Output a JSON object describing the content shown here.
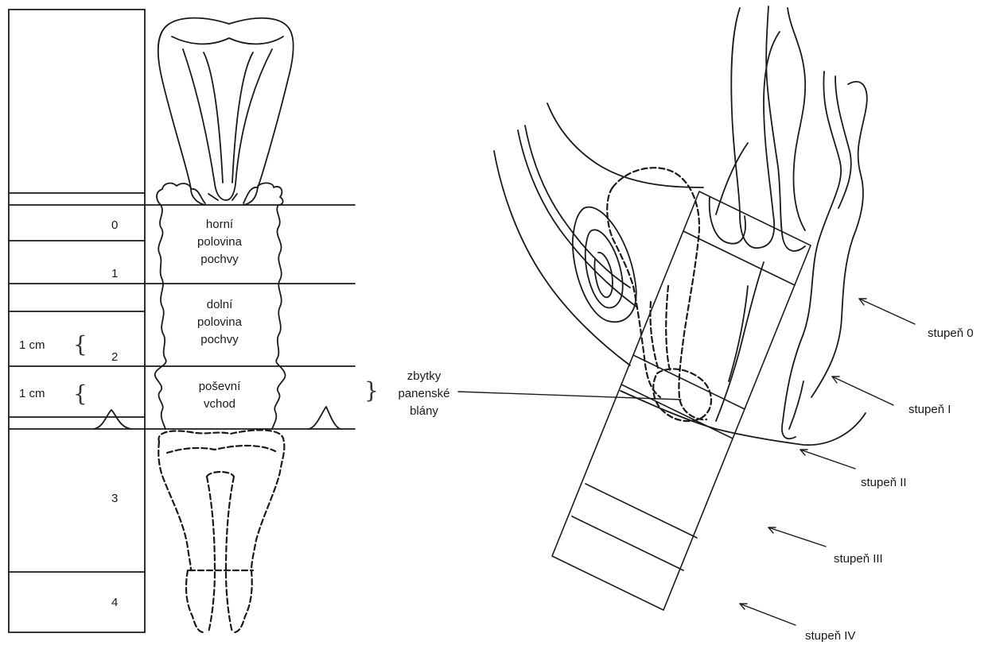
{
  "left_diagram": {
    "level_numbers": [
      "0",
      "1",
      "2",
      "3",
      "4"
    ],
    "scale_labels": [
      "1 cm",
      "1 cm"
    ],
    "regions": {
      "upper": [
        "horní",
        "polovina",
        "pochvy"
      ],
      "lower": [
        "dolní",
        "polovina",
        "pochvy"
      ],
      "introitus": [
        "poševní",
        "vchod"
      ]
    },
    "hymen_label": [
      "zbytky",
      "panenské",
      "blány"
    ]
  },
  "right_diagram": {
    "stage_labels": [
      "stupeň 0",
      "stupeň I",
      "stupeň II",
      "stupeň III",
      "stupeň IV"
    ]
  },
  "colors": {
    "line": "#1a1a1a",
    "background": "#ffffff"
  }
}
